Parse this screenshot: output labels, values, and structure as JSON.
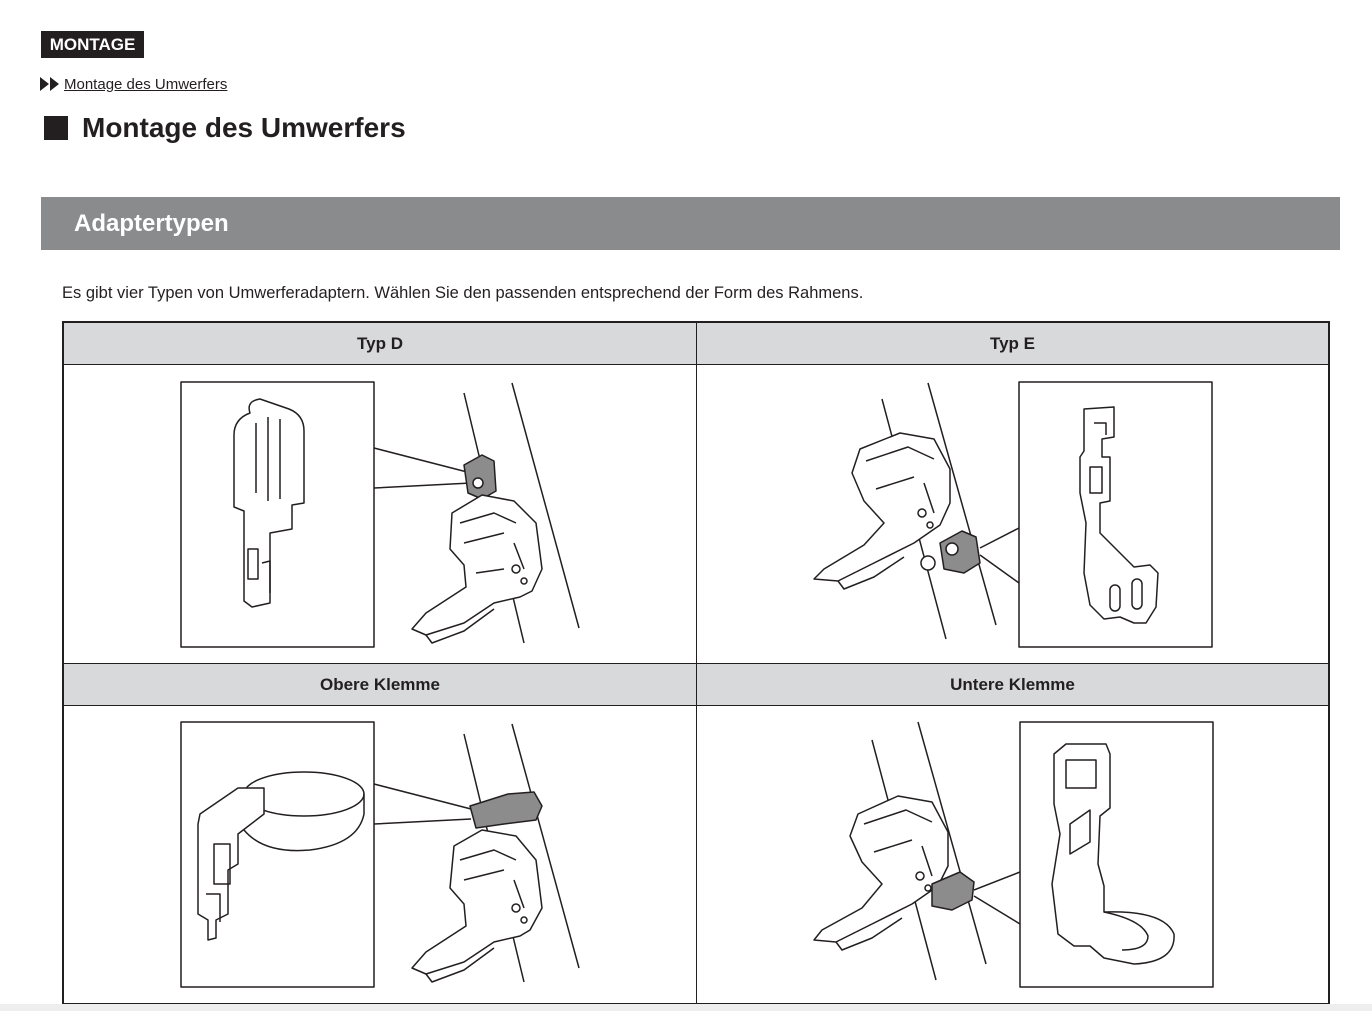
{
  "section_tag": "MONTAGE",
  "breadcrumb": {
    "link": "Montage des Umwerfers"
  },
  "heading": "Montage des Umwerfers",
  "subheading": "Adaptertypen",
  "intro": "Es gibt vier Typen von Umwerferadaptern. Wählen Sie den passenden entsprechend der Form des Rahmens.",
  "table": {
    "cells": [
      {
        "label": "Typ D",
        "illustration": "type-d-adapter-illustration"
      },
      {
        "label": "Typ E",
        "illustration": "type-e-adapter-illustration"
      },
      {
        "label": "Obere Klemme",
        "illustration": "upper-clamp-illustration"
      },
      {
        "label": "Untere Klemme",
        "illustration": "lower-clamp-illustration"
      }
    ]
  },
  "colors": {
    "text": "#231f20",
    "bar": "#8a8b8c",
    "header_cell": "#d8d9da",
    "highlight": "#8c8c8c"
  }
}
